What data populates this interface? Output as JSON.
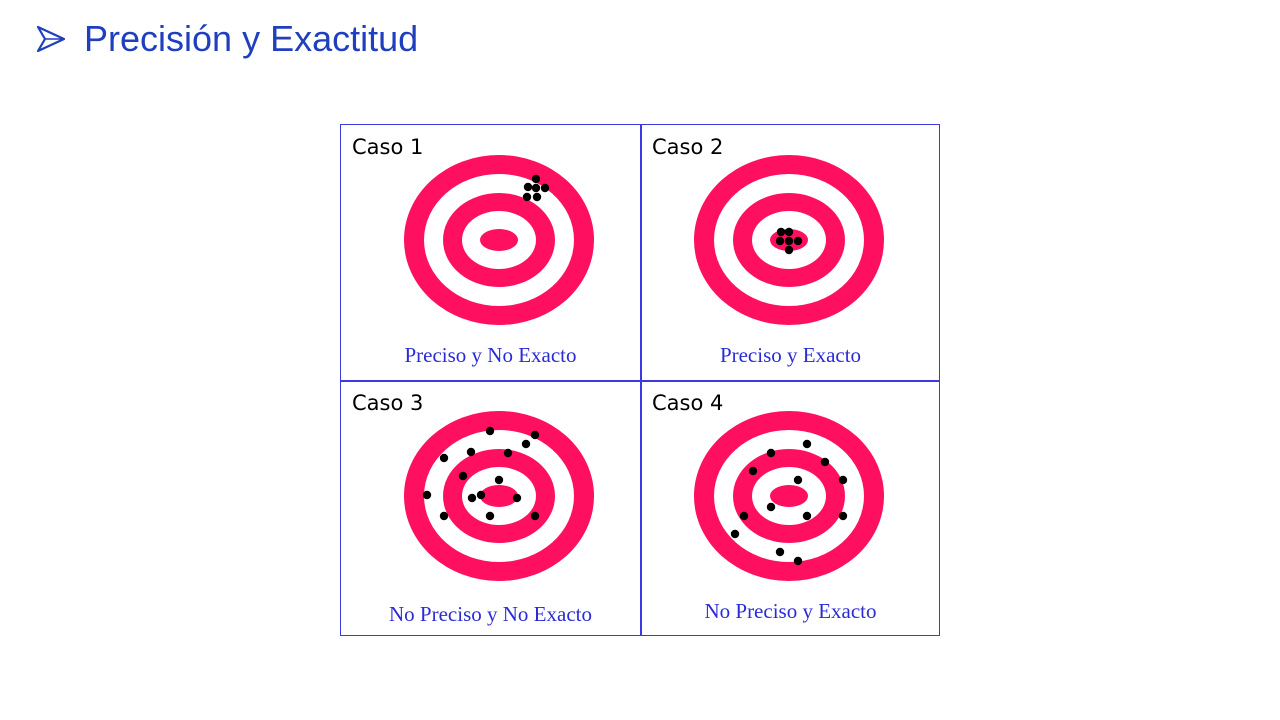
{
  "title": "Precisión y Exactitud",
  "colors": {
    "title": "#1f3fbf",
    "ring": "#ff0f5f",
    "shot": "#000000",
    "grid": "#3a3ae0",
    "caption": "#2b2bd6"
  },
  "icons": {
    "bullet": "arrow-bullet-icon"
  },
  "cases": [
    {
      "label": "Caso 1",
      "caption": "Preciso  y No Exacto"
    },
    {
      "label": "Caso 2",
      "caption": "Preciso  y Exacto"
    },
    {
      "label": "Caso 3",
      "caption": "No Preciso  y No Exacto"
    },
    {
      "label": "Caso 4",
      "caption": "No Preciso  y Exacto"
    }
  ]
}
